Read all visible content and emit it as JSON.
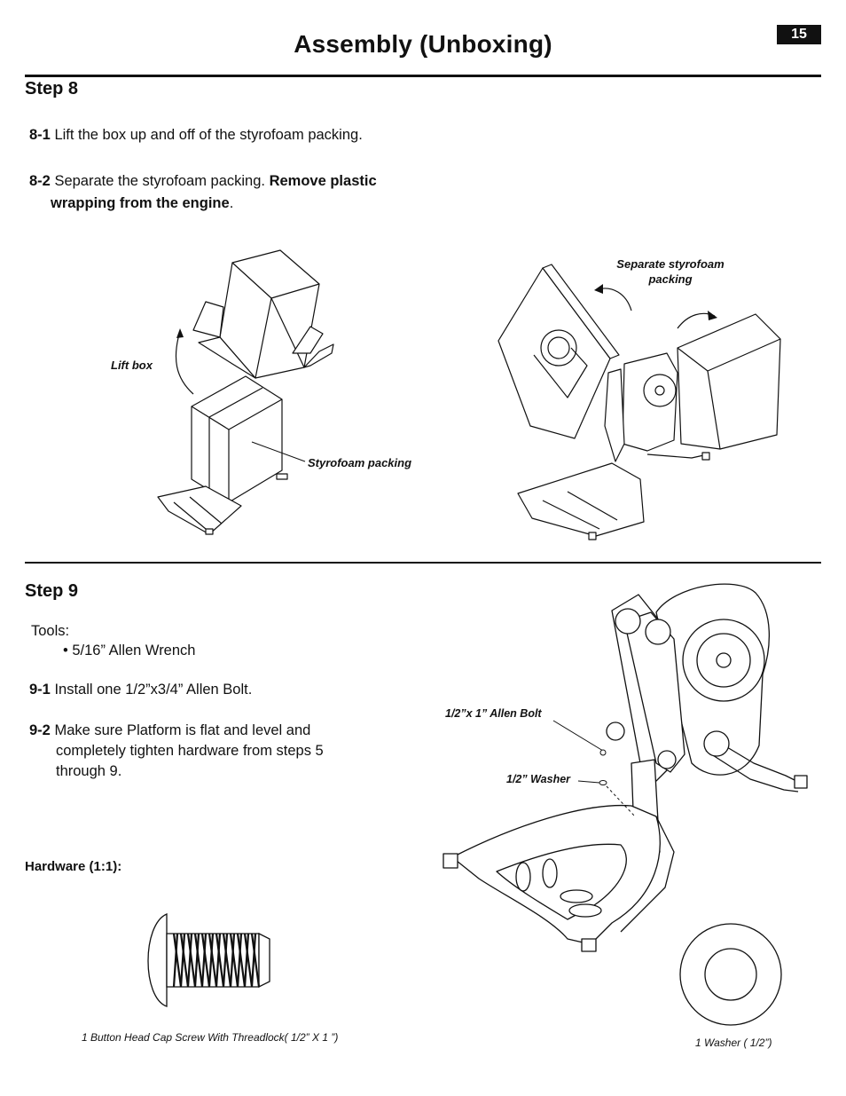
{
  "page_number": "15",
  "title": "Assembly (Unboxing)",
  "step8": {
    "heading": "Step 8",
    "p1_num": "8-1",
    "p1_text": " Lift the box up and off of the styrofoam packing.",
    "p2_num": "8-2",
    "p2_text": " Separate the styrofoam packing. ",
    "p2_bold1": "Remove plastic",
    "p2_bold2": "wrapping from the engine",
    "p2_end": ".",
    "label_lift_box": "Lift box",
    "label_styrofoam_packing": "Styrofoam packing",
    "label_separate_line1": "Separate styrofoam",
    "label_separate_line2": "packing"
  },
  "step9": {
    "heading": "Step 9",
    "tools_label": "Tools:",
    "tool_item": "• 5/16” Allen Wrench",
    "p1_num": "9-1",
    "p1_text": " Install one 1/2”x3/4” Allen Bolt.",
    "p2_num": "9-2",
    "p2_line1": " Make sure Platform is flat and level and",
    "p2_line2": "completely tighten hardware from steps 5",
    "p2_line3": "through 9.",
    "hardware_label": "Hardware (1:1):",
    "label_bolt": "1/2”x 1” Allen Bolt",
    "label_washer": "1/2” Washer",
    "caption_screw": "1 Button Head Cap Screw With Threadlock( 1/2” X 1 ”)",
    "caption_washer": "1 Washer ( 1/2”)"
  }
}
